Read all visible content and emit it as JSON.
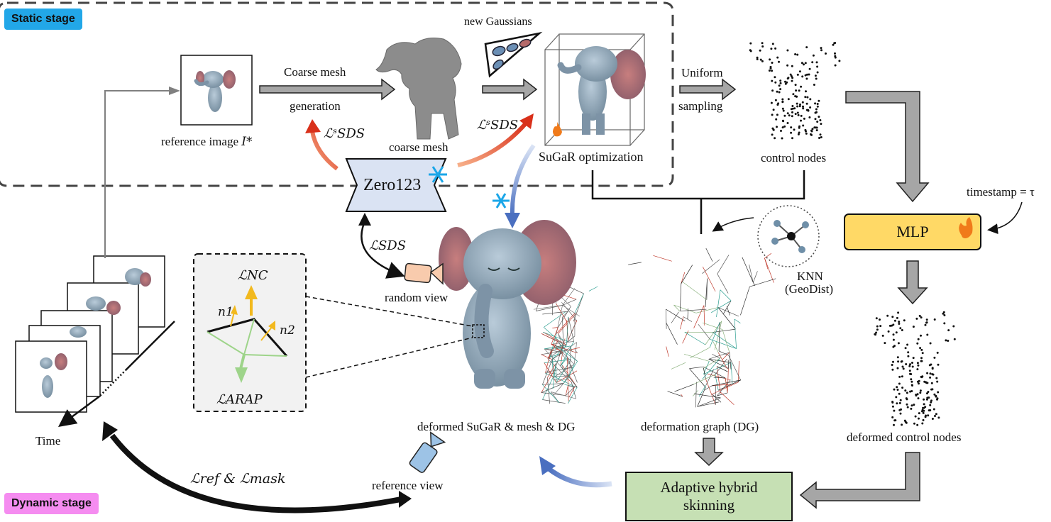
{
  "static_stage": {
    "badge": "Static stage",
    "badge_color": "#22a7e8",
    "reference_image_label": "reference image ",
    "reference_image_symbol": "I*",
    "coarse_mesh_gen_top": "Coarse mesh",
    "coarse_mesh_gen_bottom": "generation",
    "coarse_mesh_label": "coarse mesh",
    "new_gaussians_label": "new Gaussians",
    "sugar_label": "SuGaR optimization",
    "uniform_top": "Uniform",
    "uniform_bottom": "sampling",
    "control_nodes_label": "control nodes",
    "zero123_label": "Zero123",
    "loss_sds_s": "ℒˢSDS"
  },
  "dynamic_stage": {
    "badge": "Dynamic stage",
    "badge_color": "#f58cf0",
    "time_label": "Time",
    "loss_sds": "ℒSDS",
    "random_view_label": "random view",
    "loss_nc": "ℒNC",
    "loss_arap": "ℒARAP",
    "n1": "n1",
    "n2": "n2",
    "deformed_label": "deformed SuGaR & mesh & DG",
    "deformation_graph_label": "deformation graph (DG)",
    "knn_line1": "KNN",
    "knn_line2": "(GeoDist)",
    "timestamp_label": "timestamp = τ",
    "mlp_label": "MLP",
    "mlp_color": "#ffd966",
    "deformed_nodes_label": "deformed control nodes",
    "skinning_line1": "Adaptive hybrid",
    "skinning_line2": "skinning",
    "skinning_color": "#c6e0b4",
    "reference_view_label": "reference view",
    "loss_ref_mask": "ℒref & ℒmask"
  },
  "colors": {
    "arrow_gray": "#a6a6a6",
    "red_arrow": "#e0401a",
    "blue_arrow": "#5b7fc8",
    "zero123_fill": "#dae3f3"
  }
}
